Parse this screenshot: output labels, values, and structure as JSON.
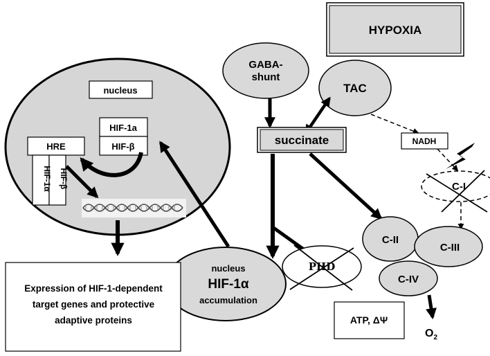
{
  "labels": {
    "hypoxia": "HYPOXIA",
    "gaba_line1": "GABA-",
    "gaba_line2": "shunt",
    "tac": "TAC",
    "succinate": "succinate",
    "nadh": "NADH",
    "c1": "C-I",
    "c2": "C-II",
    "c3": "C-III",
    "c4": "C-IV",
    "phd": "PHD",
    "atp": "ATP, ΔΨ",
    "o2": "O",
    "o2_sub": "2",
    "nucleus_top": "nucleus",
    "hif1a_box": "HIF-1a",
    "hifb_box": "HIF-β",
    "hre": "HRE",
    "hif1a_vertical": "HIF-1α",
    "hifb_vertical": "HIF-β",
    "acc_line1": "nucleus",
    "acc_line2": "HIF-1α",
    "acc_line3": "accumulation",
    "expression": "Expression of HIF-1-dependent target genes and protective adaptive proteins"
  },
  "colors": {
    "node_fill": "#d9d9d9",
    "nucleus_fill": "#d6d6d6",
    "stroke": "#000000",
    "background": "#ffffff"
  }
}
